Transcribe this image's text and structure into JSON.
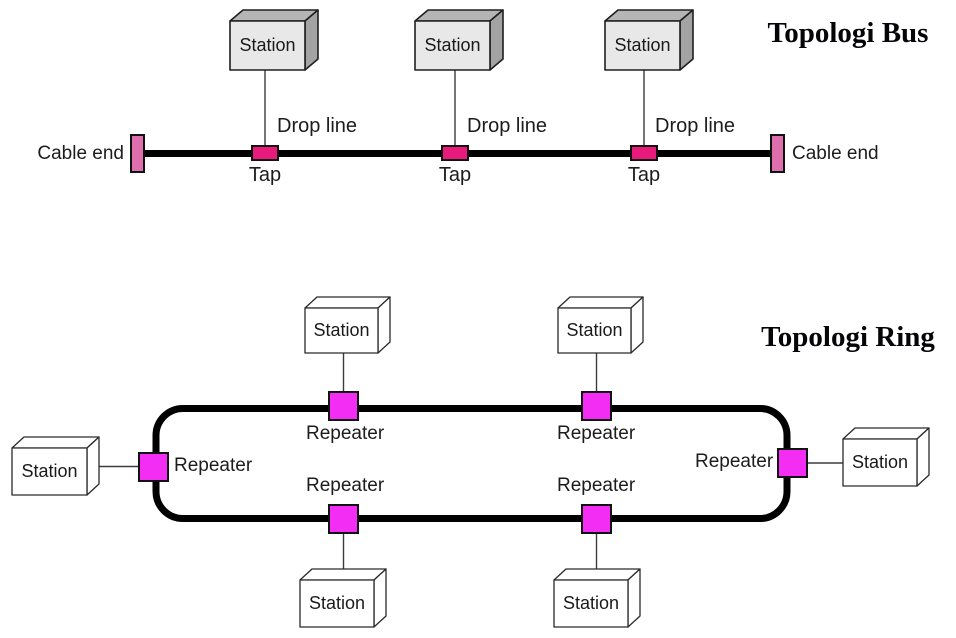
{
  "bus": {
    "title": "Topologi Bus",
    "stations": [
      "Station",
      "Station",
      "Station"
    ],
    "taps": [
      "Tap",
      "Tap",
      "Tap"
    ],
    "drop_lines": [
      "Drop line",
      "Drop line",
      "Drop line"
    ],
    "cable_ends": [
      "Cable end",
      "Cable end"
    ]
  },
  "ring": {
    "title": "Topologi Ring",
    "stations": [
      "Station",
      "Station",
      "Station",
      "Station",
      "Station",
      "Station"
    ],
    "repeaters": [
      "Repeater",
      "Repeater",
      "Repeater",
      "Repeater",
      "Repeater",
      "Repeater"
    ]
  },
  "colors": {
    "cable": "#000000",
    "ring": "#000000",
    "tap": "#e81a7c",
    "cable_end": "#dd6fad",
    "repeater": "#f42df4",
    "station_front": "#e8e8e8",
    "station_top": "#b5b5b5",
    "station_side": "#a3a3a3",
    "ring_station": "#ffffff",
    "thin_line": "#3c3c3c"
  }
}
